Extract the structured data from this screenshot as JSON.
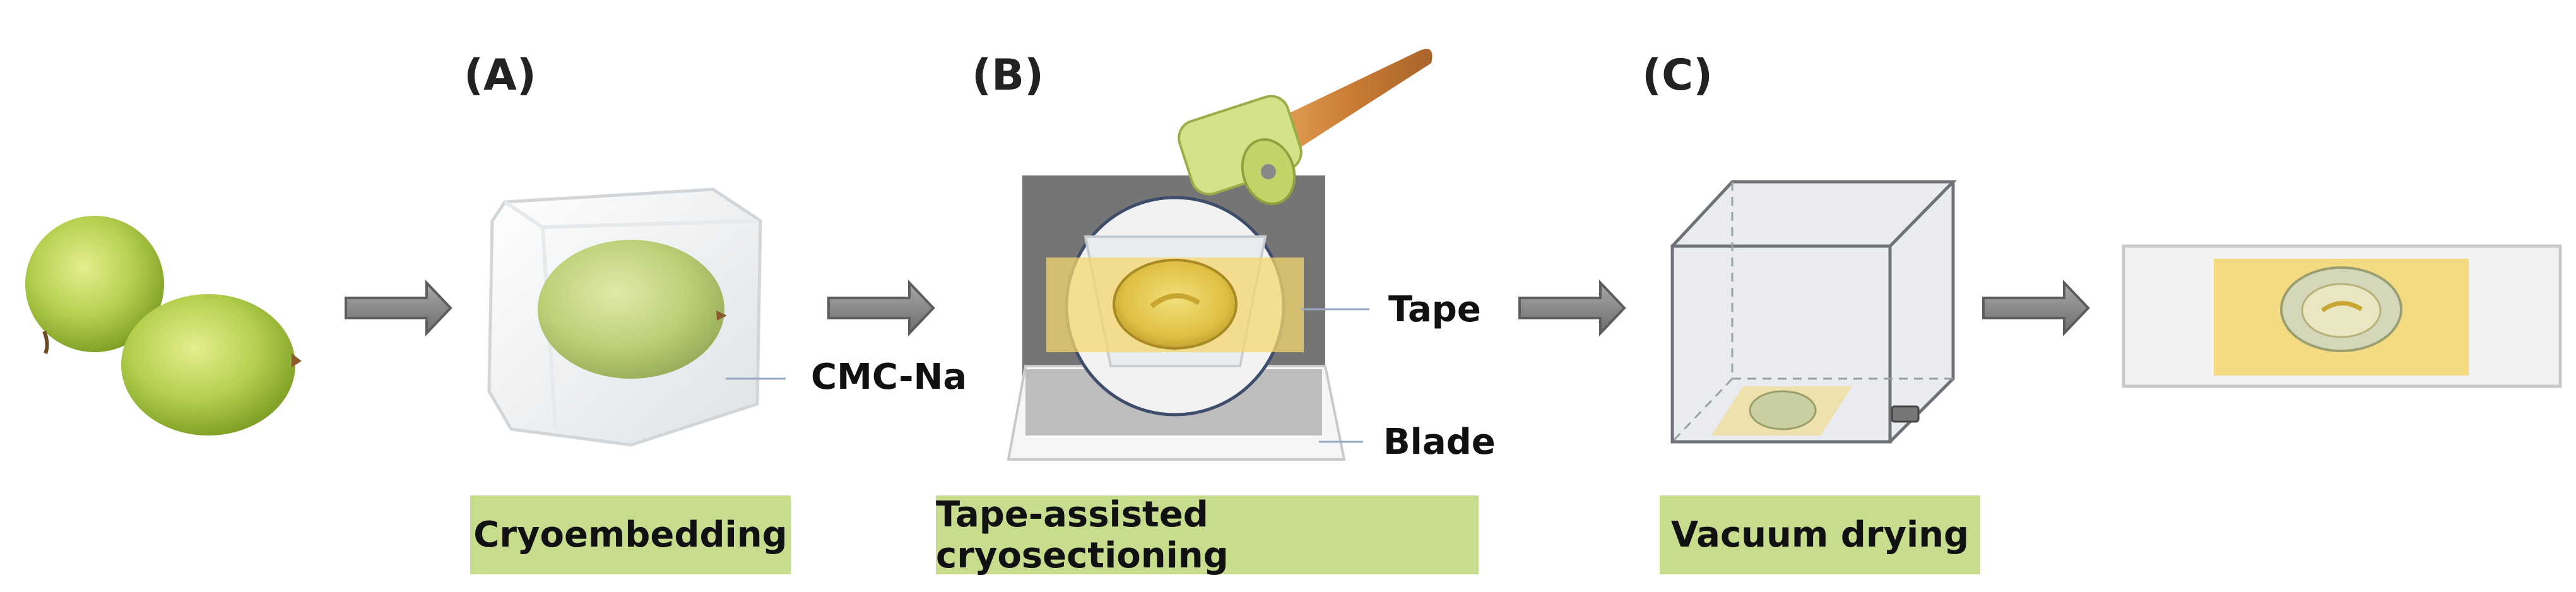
{
  "panels": {
    "a": "(A)",
    "b": "(B)",
    "c": "(C)"
  },
  "labels": {
    "cmc_na": "CMC-Na",
    "tape": "Tape",
    "blade": "Blade"
  },
  "steps": {
    "cryoembedding": "Cryoembedding",
    "cryosectioning": "Tape-assisted cryosectioning",
    "vacuum_drying": "Vacuum drying"
  },
  "colors": {
    "fruit": "#b9d25a",
    "fruit_dark": "#7fa22a",
    "arrow": "#8c8c8c",
    "tape": "#f5d76e",
    "step_box": "#c8dc8e",
    "handle": "#d9924a",
    "roller": "#d5e28a"
  }
}
